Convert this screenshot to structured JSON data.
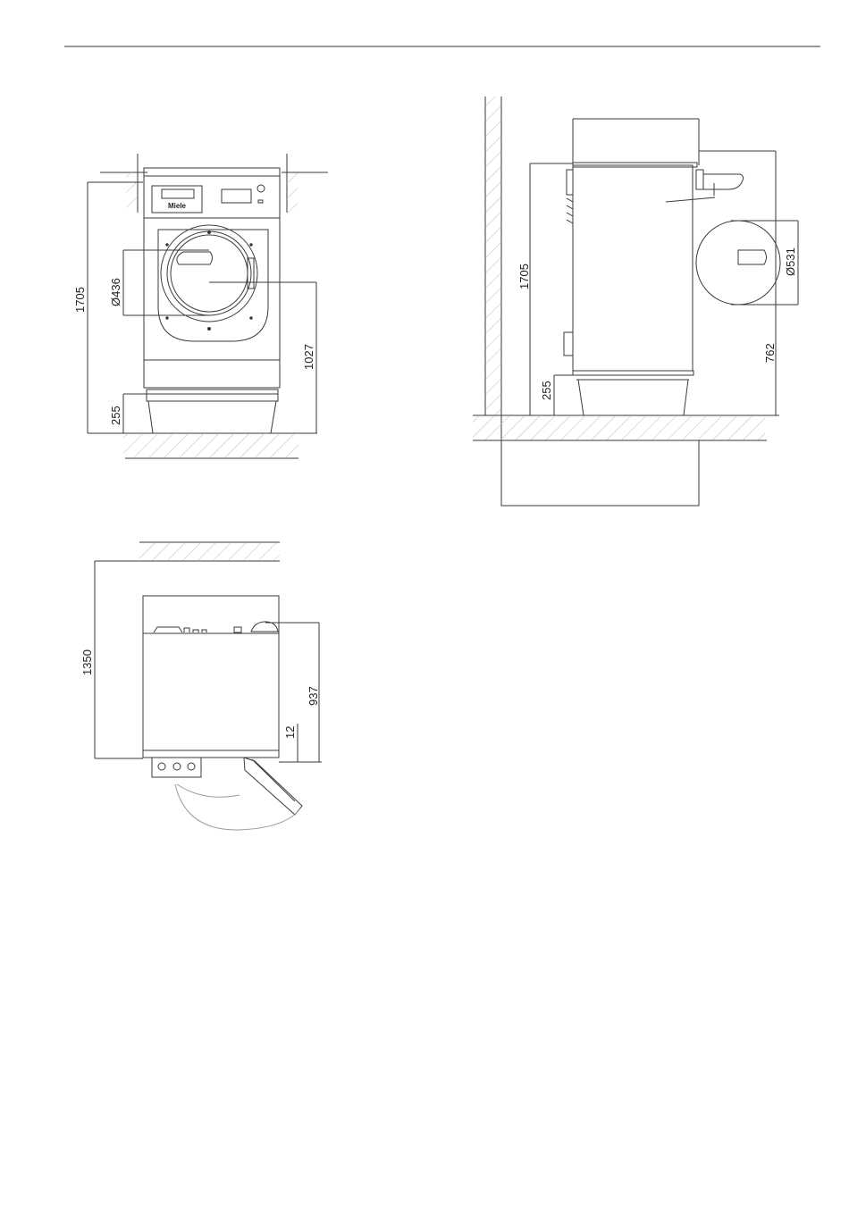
{
  "brand": {
    "logo": "Miele"
  },
  "front_view": {
    "dims": {
      "total_height": "1705",
      "door_diameter": "Ø436",
      "door_center_height": "1027",
      "plinth_height": "255"
    }
  },
  "side_view": {
    "dims": {
      "total_height": "1705",
      "door_open_diameter": "Ø531",
      "door_center_height": "762",
      "plinth_height": "255"
    }
  },
  "top_view": {
    "dims": {
      "total_depth": "1350",
      "unit_depth": "937",
      "door_offset": "12"
    }
  },
  "colors": {
    "line": "#3a3a3a",
    "hatch": "#bbbbbb"
  }
}
